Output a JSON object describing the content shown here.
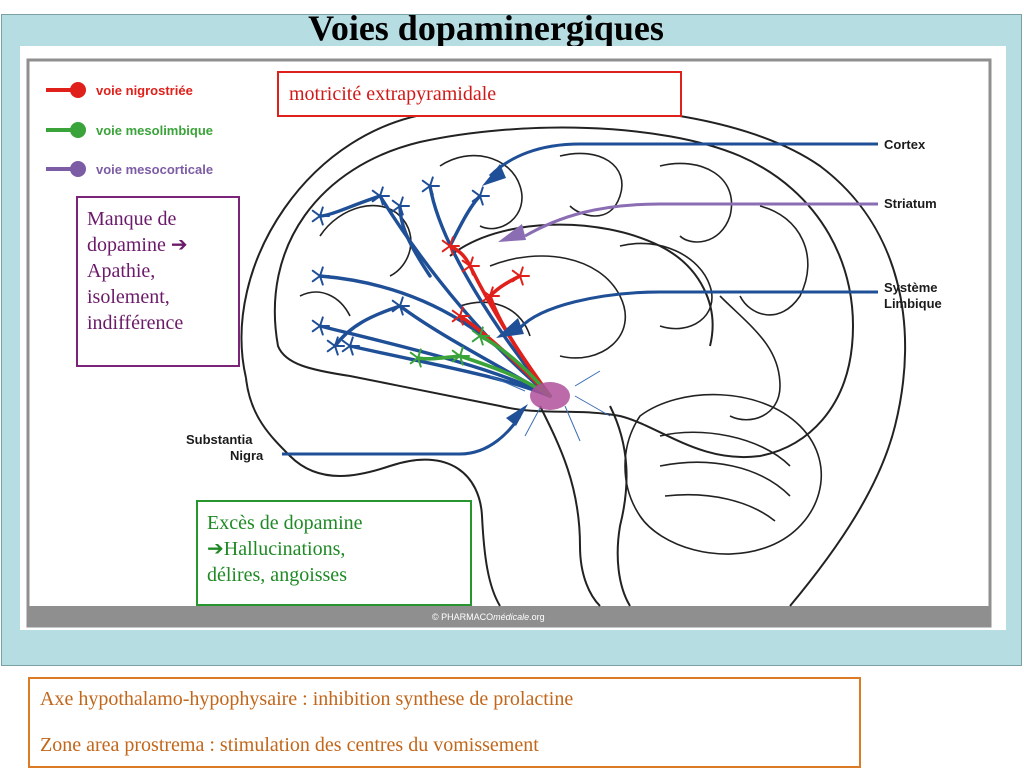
{
  "slide": {
    "title": "Voies dopaminergiques"
  },
  "legend": [
    {
      "label": "voie nigrostriée",
      "color": "#e0201b"
    },
    {
      "label": "voie mesolimbique",
      "color": "#3aa33a"
    },
    {
      "label": "voie mesocorticale",
      "color": "#7c5ca4"
    }
  ],
  "regions": {
    "cortex": "Cortex",
    "striatum": "Striatum",
    "limbic_line1": "Système",
    "limbic_line2": "Limbique",
    "substantia_line1": "Substantia",
    "substantia_line2": "Nigra"
  },
  "figure": {
    "copyright_prefix": "© PHARMACO",
    "copyright_italic": "médicale",
    "copyright_suffix": ".org",
    "pathway_colors": {
      "mesocortical_tree": "#1f4f96",
      "nigrostriatal": "#e0201b",
      "mesolimbic": "#3aa33a",
      "nucleus": "#b0509a"
    }
  },
  "notes": {
    "extrapyramidal": "motricité extrapyramidale",
    "mesocortical": [
      "Manque de",
      "dopamine ➔",
      "Apathie,",
      "isolement,",
      "indifférence"
    ],
    "mesolimbic": [
      "Excès de dopamine",
      "➔Hallucinations,",
      "délires, angoisses"
    ]
  },
  "bottom": {
    "line1": "Axe hypothalamo-hypophysaire : inhibition synthese de prolactine",
    "line2": "Zone area prostrema : stimulation des centres du vomissement"
  }
}
